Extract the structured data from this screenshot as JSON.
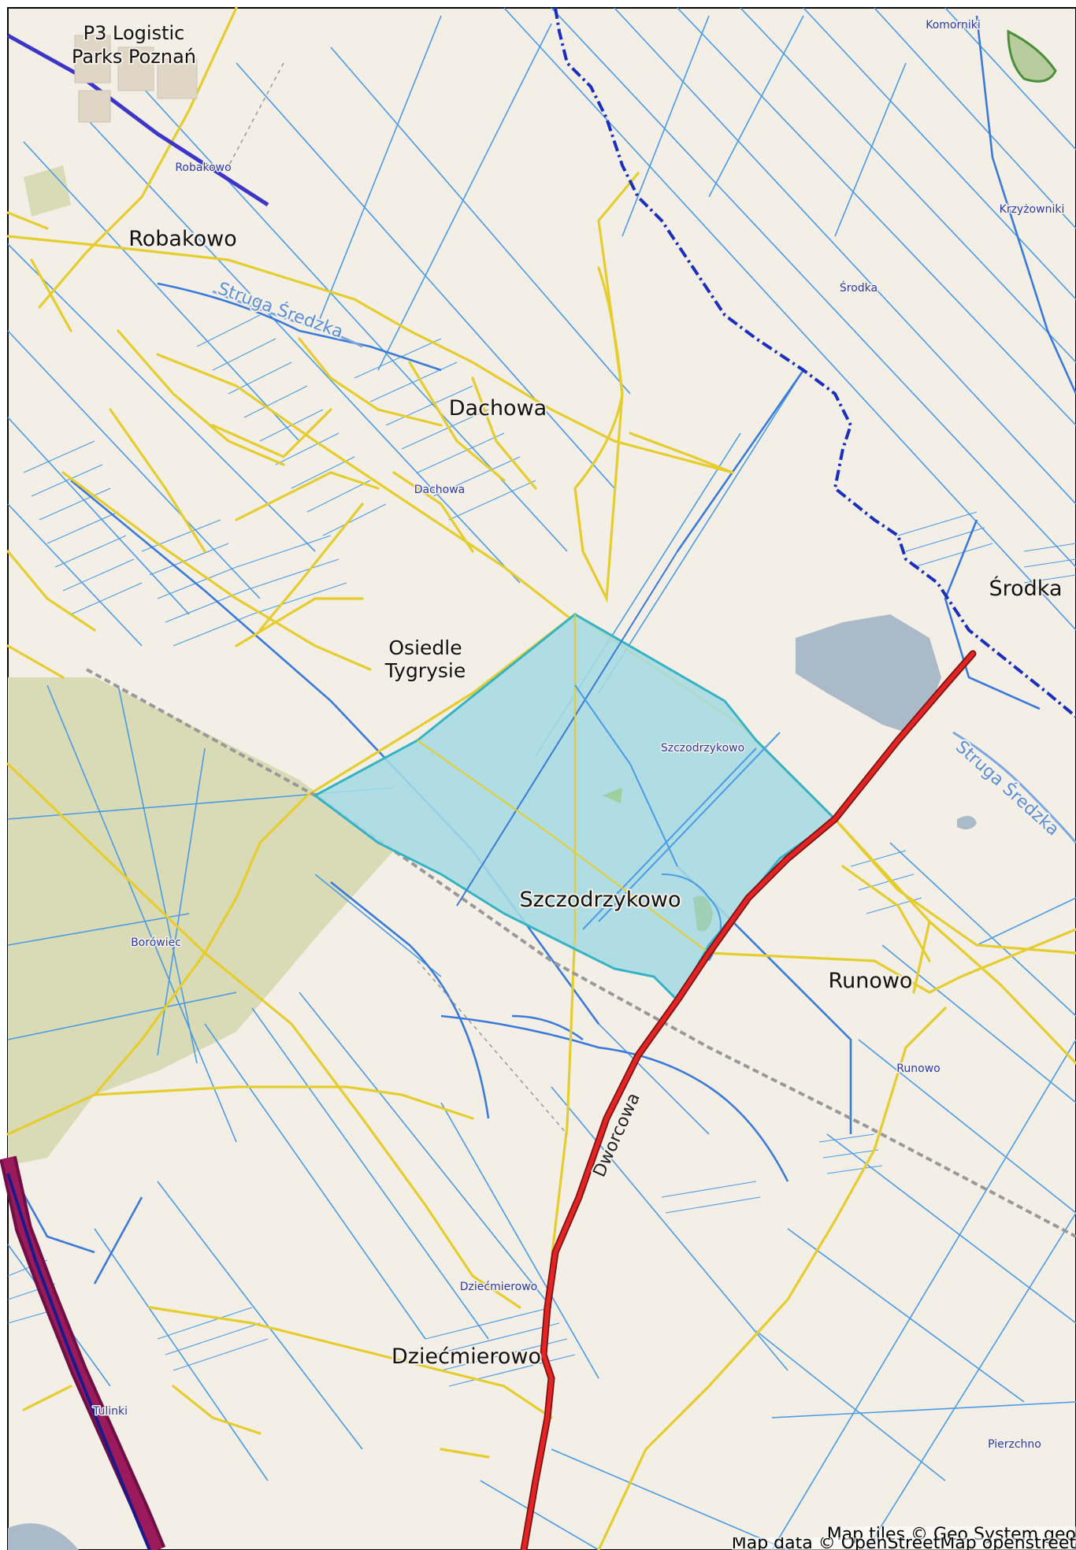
{
  "map": {
    "colors": {
      "land": "#f3efe7",
      "forest": "#d9dbb6",
      "polygon_fill": "#a6dbe4",
      "polygon_stroke": "#35b3c5",
      "parcel": "#4a9be6",
      "road_minor": "#e6cd2e",
      "road_main": "#d92020",
      "highway": "#9b1a5c",
      "boundary": "#1a2fbd",
      "water": "#aabac9",
      "rail": "#999999"
    },
    "labels": {
      "p3_line1": "P3 Logistic",
      "p3_line2": "Parks Poznań",
      "robakowo_small": "Robakowo",
      "robakowo": "Robakowo",
      "struga_1": "Struga Średzka",
      "struga_2": "Struga Średzka",
      "dachowa": "Dachowa",
      "dachowa_small": "Dachowa",
      "osiedle_1": "Osiedle",
      "osiedle_2": "Tygrysie",
      "szczodrzykowo_small": "Szczodrzykowo",
      "szczodrzykowo": "Szczodrzykowo",
      "komorniki": "Komorniki",
      "krzyzowniki": "Krzyżowniki",
      "srodka_small": "Środka",
      "srodka": "Środka",
      "borowiec": "Borówiec",
      "runowo": "Runowo",
      "runowo_small": "Runowo",
      "dworcowa": "Dworcowa",
      "dziecmierowo_small": "Dziećmierowo",
      "dziecmierowo": "Dziećmierowo",
      "tulinki": "Tulinki",
      "pierzchno": "Pierzchno"
    },
    "attribution": {
      "line1": "Map tiles © Geo System geo",
      "line2": "Map data © OpenStreetMap openstreet"
    }
  }
}
